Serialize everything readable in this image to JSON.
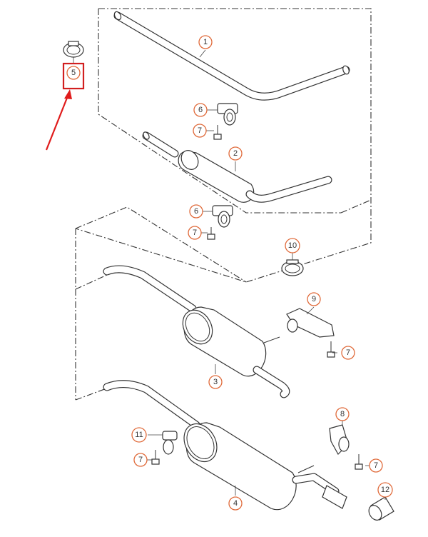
{
  "diagram": {
    "callouts": [
      {
        "id": "c1",
        "label": "1"
      },
      {
        "id": "c2",
        "label": "2"
      },
      {
        "id": "c3",
        "label": "3"
      },
      {
        "id": "c4",
        "label": "4"
      },
      {
        "id": "c5",
        "label": "5"
      },
      {
        "id": "c6a",
        "label": "6"
      },
      {
        "id": "c6b",
        "label": "6"
      },
      {
        "id": "c7a",
        "label": "7"
      },
      {
        "id": "c7b",
        "label": "7"
      },
      {
        "id": "c7c",
        "label": "7"
      },
      {
        "id": "c7d",
        "label": "7"
      },
      {
        "id": "c7e",
        "label": "7"
      },
      {
        "id": "c8",
        "label": "8"
      },
      {
        "id": "c9",
        "label": "9"
      },
      {
        "id": "c10",
        "label": "10"
      },
      {
        "id": "c11",
        "label": "11"
      },
      {
        "id": "c12",
        "label": "12"
      }
    ],
    "highlight": {
      "target": "5",
      "box_color": "#d21f1f",
      "arrow_color": "#e01b1b"
    },
    "colors": {
      "line": "#333333",
      "callout_ring": "#e06a3a"
    }
  }
}
